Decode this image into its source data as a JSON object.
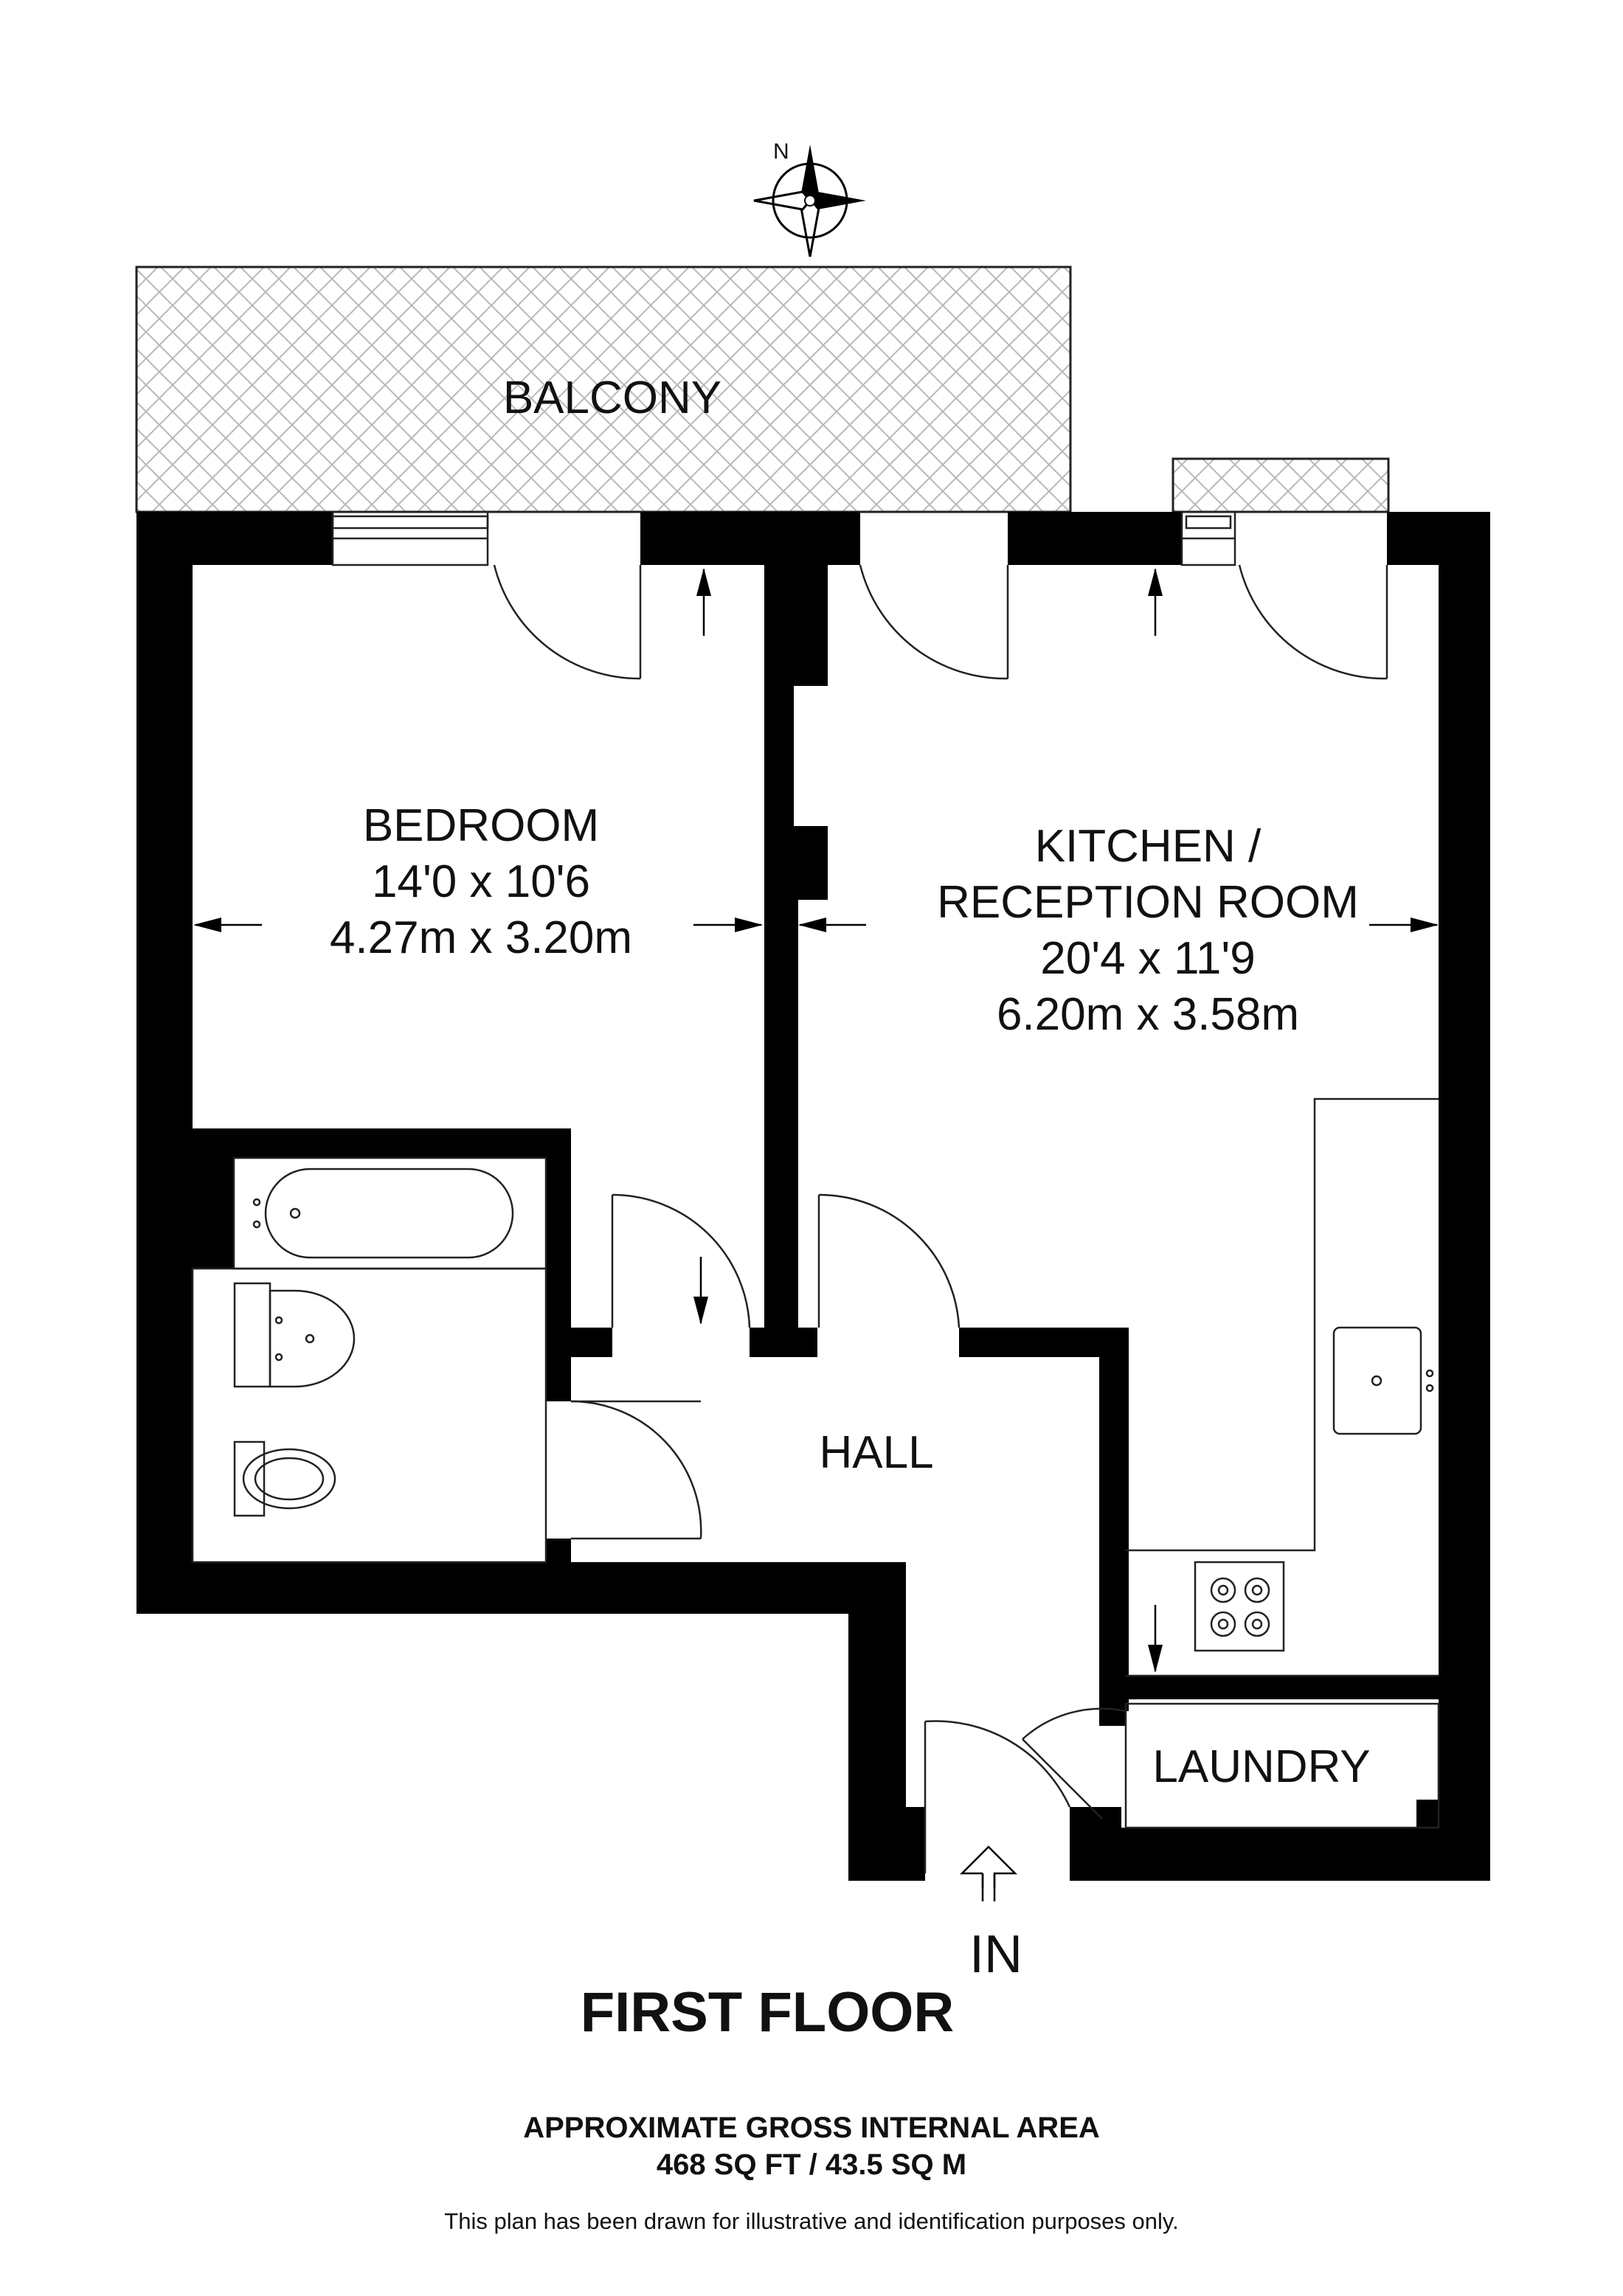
{
  "compass": {
    "north_label": "N"
  },
  "rooms": {
    "balcony": {
      "name": "BALCONY"
    },
    "bedroom": {
      "name": "BEDROOM",
      "imperial": "14'0 x 10'6",
      "metric": "4.27m x 3.20m"
    },
    "kitchen": {
      "name_line1": "KITCHEN /",
      "name_line2": "RECEPTION ROOM",
      "imperial": "20'4 x 11'9",
      "metric": "6.20m x 3.58m"
    },
    "hall": {
      "name": "HALL"
    },
    "laundry": {
      "name": "LAUNDRY"
    }
  },
  "entrance": {
    "label": "IN"
  },
  "footer": {
    "floor": "FIRST FLOOR",
    "area_title": "APPROXIMATE GROSS INTERNAL AREA",
    "area_value": "468 SQ FT / 43.5 SQ M",
    "disclaimer": "This plan has been drawn for illustrative and identification purposes only."
  }
}
